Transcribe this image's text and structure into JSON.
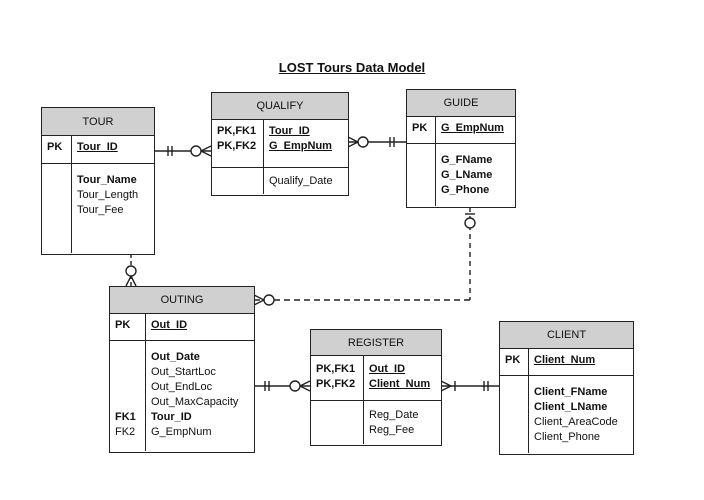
{
  "title": "LOST Tours Data Model",
  "entities": {
    "tour": {
      "name": "TOUR",
      "pk_keys": [
        "PK"
      ],
      "pk_attrs": [
        "Tour_ID"
      ],
      "body_keys": [
        "",
        "",
        ""
      ],
      "attributes": [
        {
          "name": "Tour_Name",
          "required": true
        },
        {
          "name": "Tour_Length",
          "required": false
        },
        {
          "name": "Tour_Fee",
          "required": false
        }
      ]
    },
    "qualify": {
      "name": "QUALIFY",
      "pk_keys": [
        "PK,FK1",
        "PK,FK2"
      ],
      "pk_attrs": [
        "Tour_ID",
        "G_EmpNum"
      ],
      "attributes": [
        {
          "name": "Qualify_Date",
          "required": false
        }
      ]
    },
    "guide": {
      "name": "GUIDE",
      "pk_keys": [
        "PK"
      ],
      "pk_attrs": [
        "G_EmpNum"
      ],
      "attributes": [
        {
          "name": "G_FName",
          "required": true
        },
        {
          "name": "G_LName",
          "required": true
        },
        {
          "name": "G_Phone",
          "required": true
        }
      ]
    },
    "outing": {
      "name": "OUTING",
      "pk_keys": [
        "PK"
      ],
      "pk_attrs": [
        "Out_ID"
      ],
      "attributes": [
        {
          "name": "Out_Date",
          "required": true,
          "key": ""
        },
        {
          "name": "Out_StartLoc",
          "required": false,
          "key": ""
        },
        {
          "name": "Out_EndLoc",
          "required": false,
          "key": ""
        },
        {
          "name": "Out_MaxCapacity",
          "required": false,
          "key": ""
        },
        {
          "name": "Tour_ID",
          "required": true,
          "key": "FK1"
        },
        {
          "name": "G_EmpNum",
          "required": false,
          "key": "FK2"
        }
      ]
    },
    "register": {
      "name": "REGISTER",
      "pk_keys": [
        "PK,FK1",
        "PK,FK2"
      ],
      "pk_attrs": [
        "Out_ID",
        "Client_Num"
      ],
      "attributes": [
        {
          "name": "Reg_Date",
          "required": false
        },
        {
          "name": "Reg_Fee",
          "required": false
        }
      ]
    },
    "client": {
      "name": "CLIENT",
      "pk_keys": [
        "PK"
      ],
      "pk_attrs": [
        "Client_Num"
      ],
      "attributes": [
        {
          "name": "Client_FName",
          "required": true
        },
        {
          "name": "Client_LName",
          "required": true
        },
        {
          "name": "Client_AreaCode",
          "required": false
        },
        {
          "name": "Client_Phone",
          "required": false
        }
      ]
    }
  },
  "relationships": [
    {
      "from": "TOUR",
      "to": "QUALIFY",
      "from_card": "one-and-only-one",
      "to_card": "zero-or-many",
      "style": "solid"
    },
    {
      "from": "GUIDE",
      "to": "QUALIFY",
      "from_card": "one-and-only-one",
      "to_card": "zero-or-many",
      "style": "solid"
    },
    {
      "from": "TOUR",
      "to": "OUTING",
      "from_card": "one-and-only-one",
      "to_card": "zero-or-many",
      "style": "dashed"
    },
    {
      "from": "GUIDE",
      "to": "OUTING",
      "from_card": "zero-or-one",
      "to_card": "zero-or-many",
      "style": "dashed"
    },
    {
      "from": "OUTING",
      "to": "REGISTER",
      "from_card": "one-and-only-one",
      "to_card": "zero-or-many",
      "style": "solid"
    },
    {
      "from": "CLIENT",
      "to": "REGISTER",
      "from_card": "one-and-only-one",
      "to_card": "one-or-many",
      "style": "solid"
    }
  ]
}
